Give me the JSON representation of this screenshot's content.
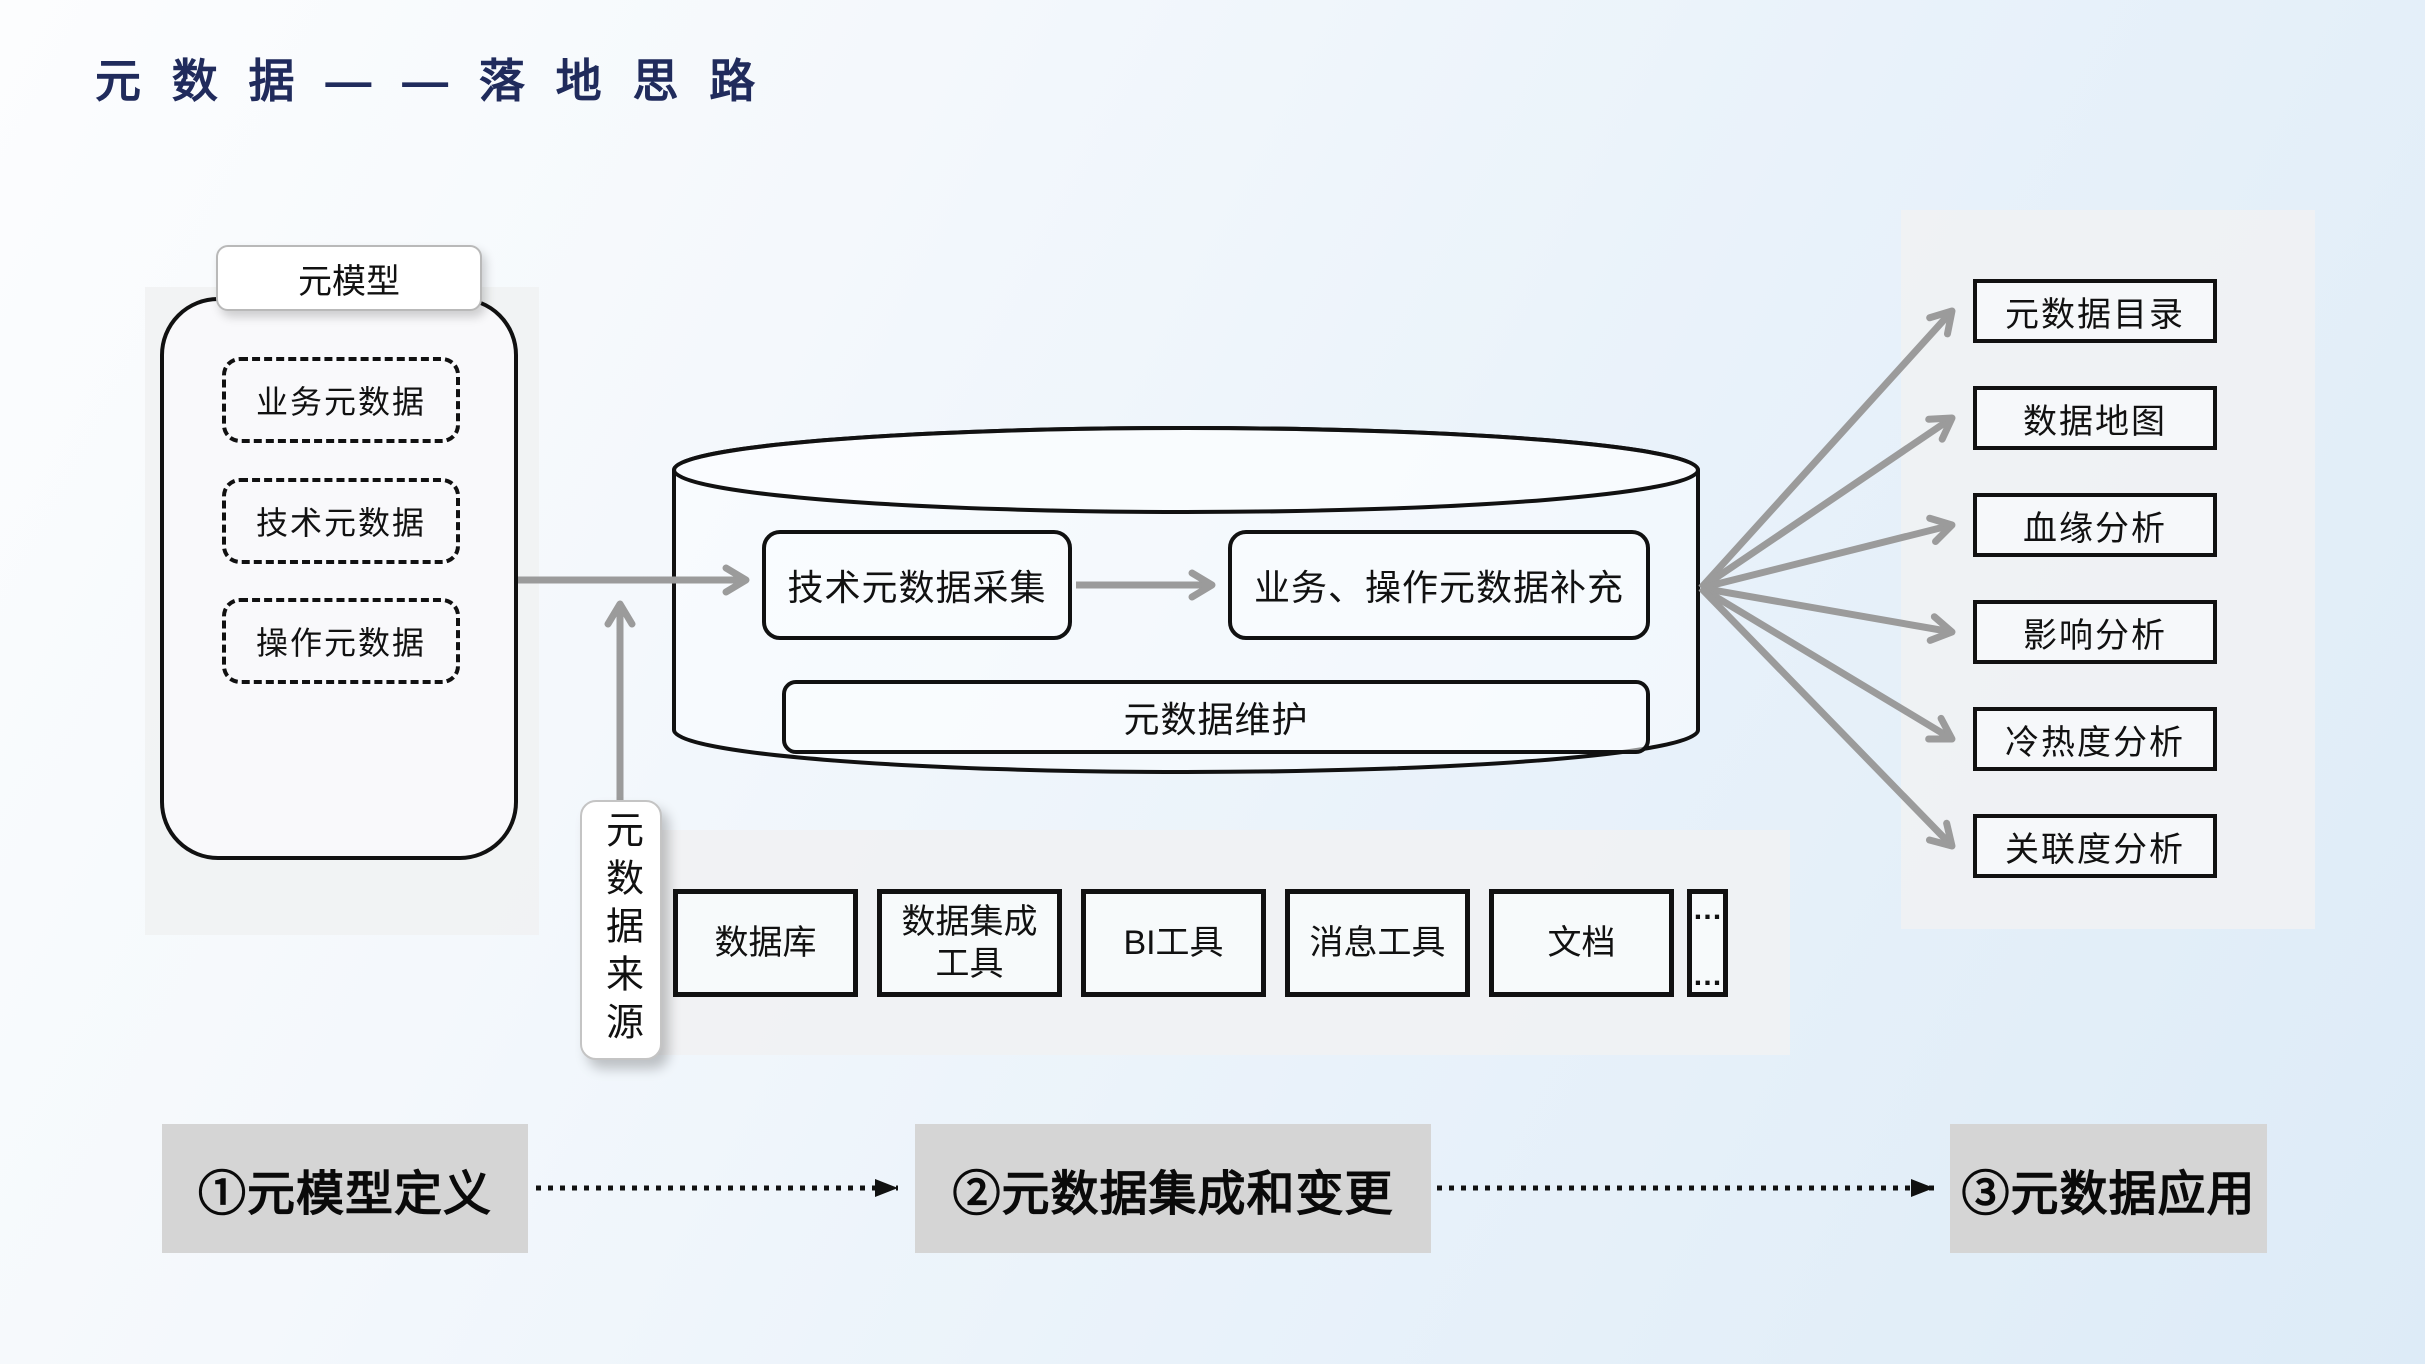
{
  "title": "元 数 据 — — 落 地 思 路",
  "meta_model": {
    "tab_label": "元模型",
    "items": [
      {
        "label": "业务元数据"
      },
      {
        "label": "技术元数据"
      },
      {
        "label": "操作元数据"
      }
    ]
  },
  "repository": {
    "collect_label": "技术元数据采集",
    "supplement_label": "业务、操作元数据补充",
    "maintenance_label": "元数据维护"
  },
  "sources": {
    "axis_label": "元数据来源",
    "tools": [
      {
        "label": "数据库"
      },
      {
        "label": "数据集成工具"
      },
      {
        "label": "BI工具"
      },
      {
        "label": "消息工具"
      },
      {
        "label": "文档"
      }
    ],
    "more_label": "…\n…"
  },
  "applications": {
    "items": [
      {
        "label": "元数据目录"
      },
      {
        "label": "数据地图"
      },
      {
        "label": "血缘分析"
      },
      {
        "label": "影响分析"
      },
      {
        "label": "冷热度分析"
      },
      {
        "label": "关联度分析"
      }
    ]
  },
  "phases": {
    "items": [
      {
        "label": "①元模型定义"
      },
      {
        "label": "②元数据集成和变更"
      },
      {
        "label": "③元数据应用"
      }
    ]
  },
  "colors": {
    "title": "#202b5c",
    "arrow": "#9b9b9b",
    "line": "#111111",
    "phase_bg": "#d5d5d5"
  }
}
